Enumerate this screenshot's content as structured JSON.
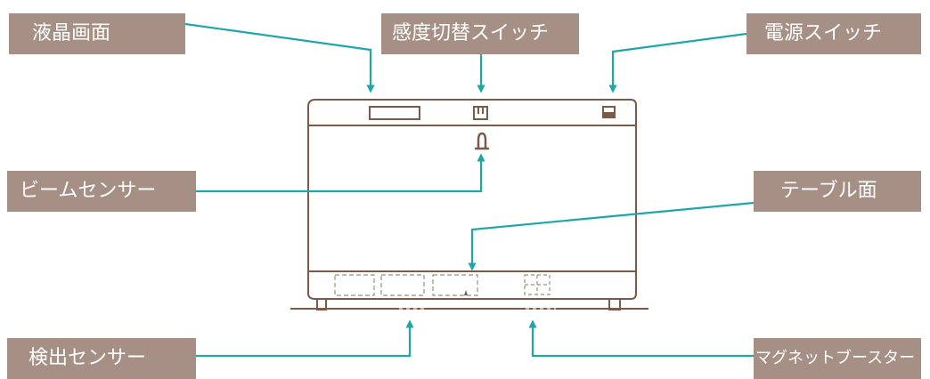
{
  "labels": {
    "lcd_screen": "液晶画面",
    "sensitivity_switch": "感度切替スイッチ",
    "power_switch": "電源スイッチ",
    "beam_sensor": "ビームセンサー",
    "table_surface": "テーブル面",
    "detection_sensor": "検出センサー",
    "magnet_booster": "マグネットブースター"
  },
  "colors": {
    "label_background": "#a68f85",
    "label_text": "#ffffff",
    "arrow": "#1fa6a6",
    "device_outline": "#7a5a48"
  },
  "icons": {
    "sensitivity_switch": "toggle-switch-icon",
    "power_switch": "power-button-icon",
    "beam_sensor": "keyhole-sensor-icon"
  }
}
